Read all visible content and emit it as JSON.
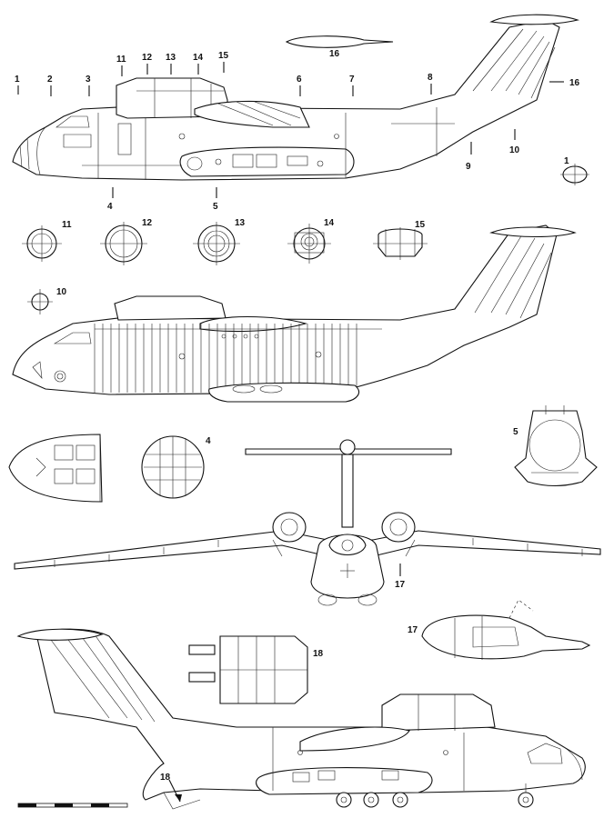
{
  "callouts_top": [
    {
      "id": "c1",
      "text": "1"
    },
    {
      "id": "c2",
      "text": "2"
    },
    {
      "id": "c3",
      "text": "3"
    },
    {
      "id": "c4",
      "text": "4"
    },
    {
      "id": "c5",
      "text": "5"
    },
    {
      "id": "c6",
      "text": "6"
    },
    {
      "id": "c7",
      "text": "7"
    },
    {
      "id": "c8",
      "text": "8"
    },
    {
      "id": "c9",
      "text": "9"
    },
    {
      "id": "c10",
      "text": "10"
    },
    {
      "id": "c11",
      "text": "11"
    },
    {
      "id": "c12",
      "text": "12"
    },
    {
      "id": "c13",
      "text": "13"
    },
    {
      "id": "c14",
      "text": "14"
    },
    {
      "id": "c15",
      "text": "15"
    },
    {
      "id": "c16a",
      "text": "16"
    },
    {
      "id": "c16b",
      "text": "16"
    }
  ],
  "section_labels": {
    "s1": "1",
    "s10": "10",
    "s11": "11",
    "s12": "12",
    "s13": "13",
    "s14": "14",
    "s15": "15",
    "s4": "4",
    "s5": "5",
    "s17a": "17",
    "s17b": "17",
    "s18a": "18",
    "s18b": "18"
  }
}
